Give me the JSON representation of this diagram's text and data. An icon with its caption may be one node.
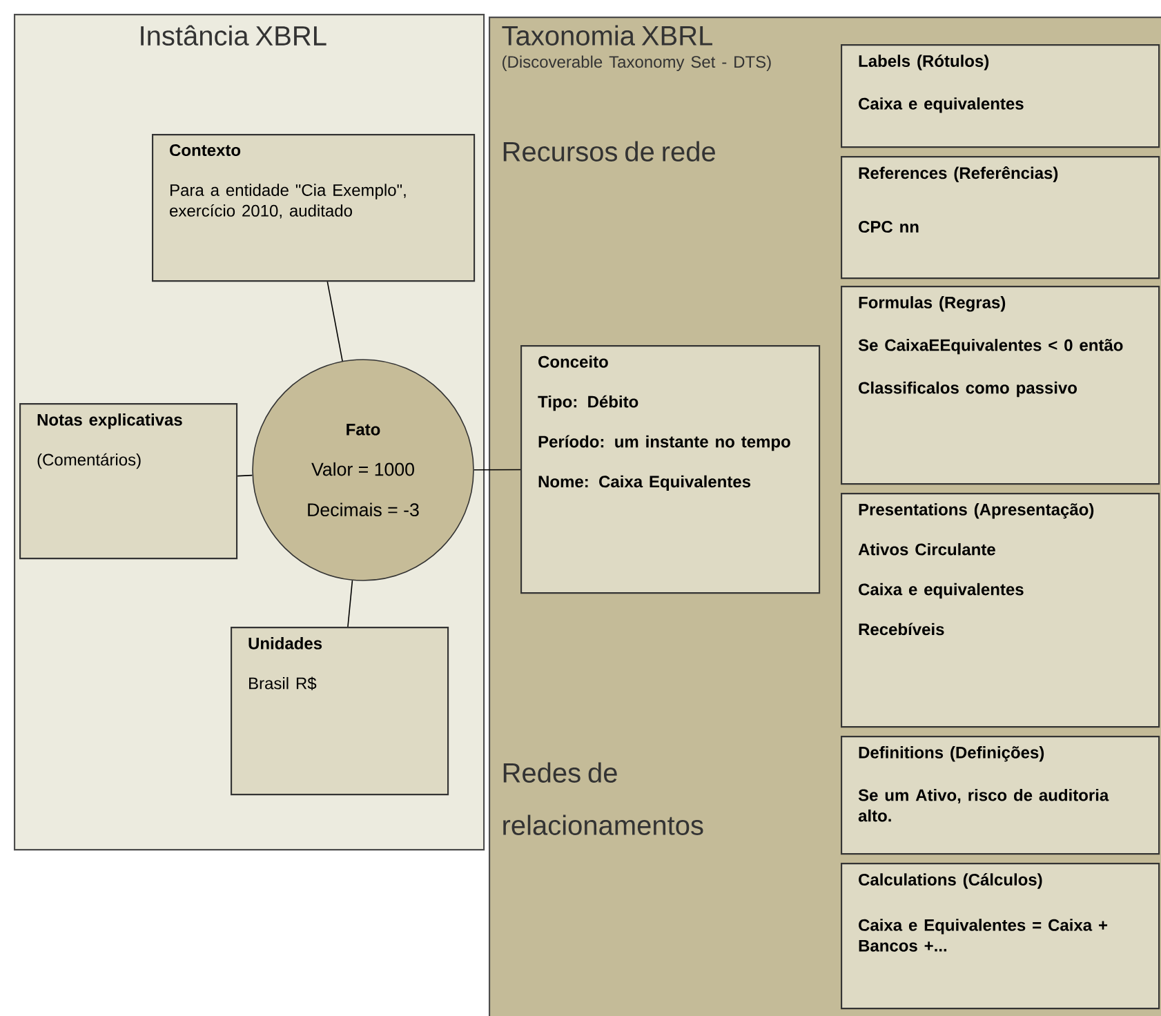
{
  "diagram": {
    "nodes": [
      {
        "text": [
          "Instância XBRL"
        ]
      },
      {
        "text": [
          "Contexto",
          "Para a entidade \"Cia Exemplo\", exercício 2010, auditado"
        ],
        "in": 0
      },
      {
        "text": [
          "Notas explicativas",
          "(Comentários)"
        ],
        "in": 0
      },
      {
        "text": [
          "Fato",
          "Valor = 1000",
          "Decimais = -3"
        ],
        "in": 0
      },
      {
        "text": [
          "Unidades",
          "Brasil R$"
        ],
        "in": 0
      },
      {
        "text": [
          "Taxonomia XBRL",
          "(Discoverable Taxonomy Set - DTS)",
          "Recursos de rede",
          "Redes de relacionamentos"
        ]
      },
      {
        "text": [
          "Conceito",
          "Tipo: Débito",
          "Período: um instante no tempo",
          "Nome: Caixa Equivalentes"
        ],
        "in": 5
      },
      {
        "text": [
          "Labels (Rótulos)",
          "Caixa e equivalentes"
        ],
        "in": 5
      },
      {
        "text": [
          "References (Referências)",
          "CPC nn"
        ],
        "in": 5
      },
      {
        "text": [
          "Formulas (Regras)",
          "Se CaixaEEquivalentes < 0 então",
          "Classificalos como passivo"
        ],
        "in": 5
      },
      {
        "text": [
          "Presentations (Apresentação)",
          "Ativos Circulante",
          "Caixa e equivalentes",
          "Recebíveis"
        ],
        "in": 5
      },
      {
        "text": [
          "Definitions (Definições)",
          "Se um Ativo, risco de auditoria alto."
        ],
        "in": 5
      },
      {
        "text": [
          "Calculations (Cálculos)",
          "Caixa e Equivalentes = Caixa + Bancos +..."
        ],
        "in": 5
      }
    ],
    "edges": [
      {
        "from": 1,
        "to": 3,
        "arrow": "none"
      },
      {
        "from": 2,
        "to": 3,
        "arrow": "none"
      },
      {
        "from": 4,
        "to": 3,
        "arrow": "none"
      },
      {
        "from": 3,
        "to": 6,
        "arrow": "none"
      }
    ]
  }
}
